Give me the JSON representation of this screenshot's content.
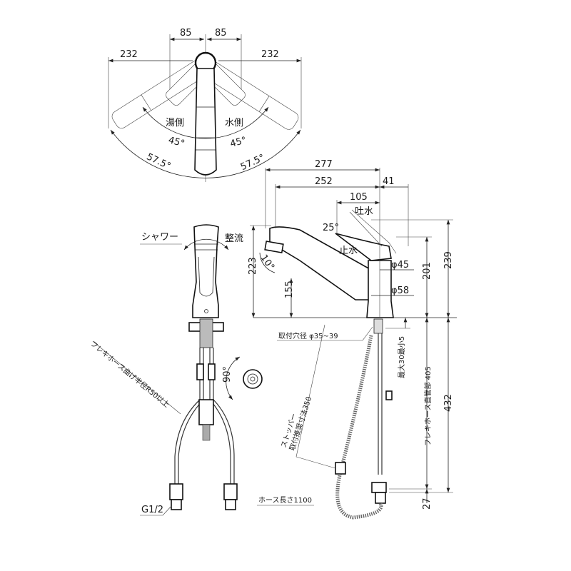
{
  "top_view": {
    "dim_left_85": "85",
    "dim_right_85": "85",
    "dim_left_232": "232",
    "dim_right_232": "232",
    "hot_side": "湯側",
    "cold_side": "水側",
    "angle_left_45": "45°",
    "angle_right_45": "45°",
    "angle_left_575": "57.5°",
    "angle_right_575": "57.5°"
  },
  "side_view": {
    "dim_277": "277",
    "dim_252": "252",
    "dim_41": "41",
    "dim_105": "105",
    "spout_on": "吐水",
    "spout_off": "止水",
    "angle_25": "25°",
    "angle_10": "10°",
    "dia_45": "φ45",
    "dia_58": "φ58",
    "dim_223": "223",
    "dim_155": "155",
    "dim_201": "201",
    "dim_239": "239",
    "mount_hole": "取付穴径  φ35~39",
    "max_min": "最大30最小5",
    "flex_straight": "フレキホース直管部 405",
    "dim_432": "432",
    "dim_27": "27",
    "stopper": "ストッパー",
    "stopper_recommend": "取付推奨寸法350",
    "hose_length": "ホース長さ1100"
  },
  "front_view": {
    "shower": "シャワー",
    "straight": "整流",
    "flex_bend": "フレキホース曲げ半径R50以上",
    "angle_90": "90°",
    "thread": "G1/2"
  }
}
